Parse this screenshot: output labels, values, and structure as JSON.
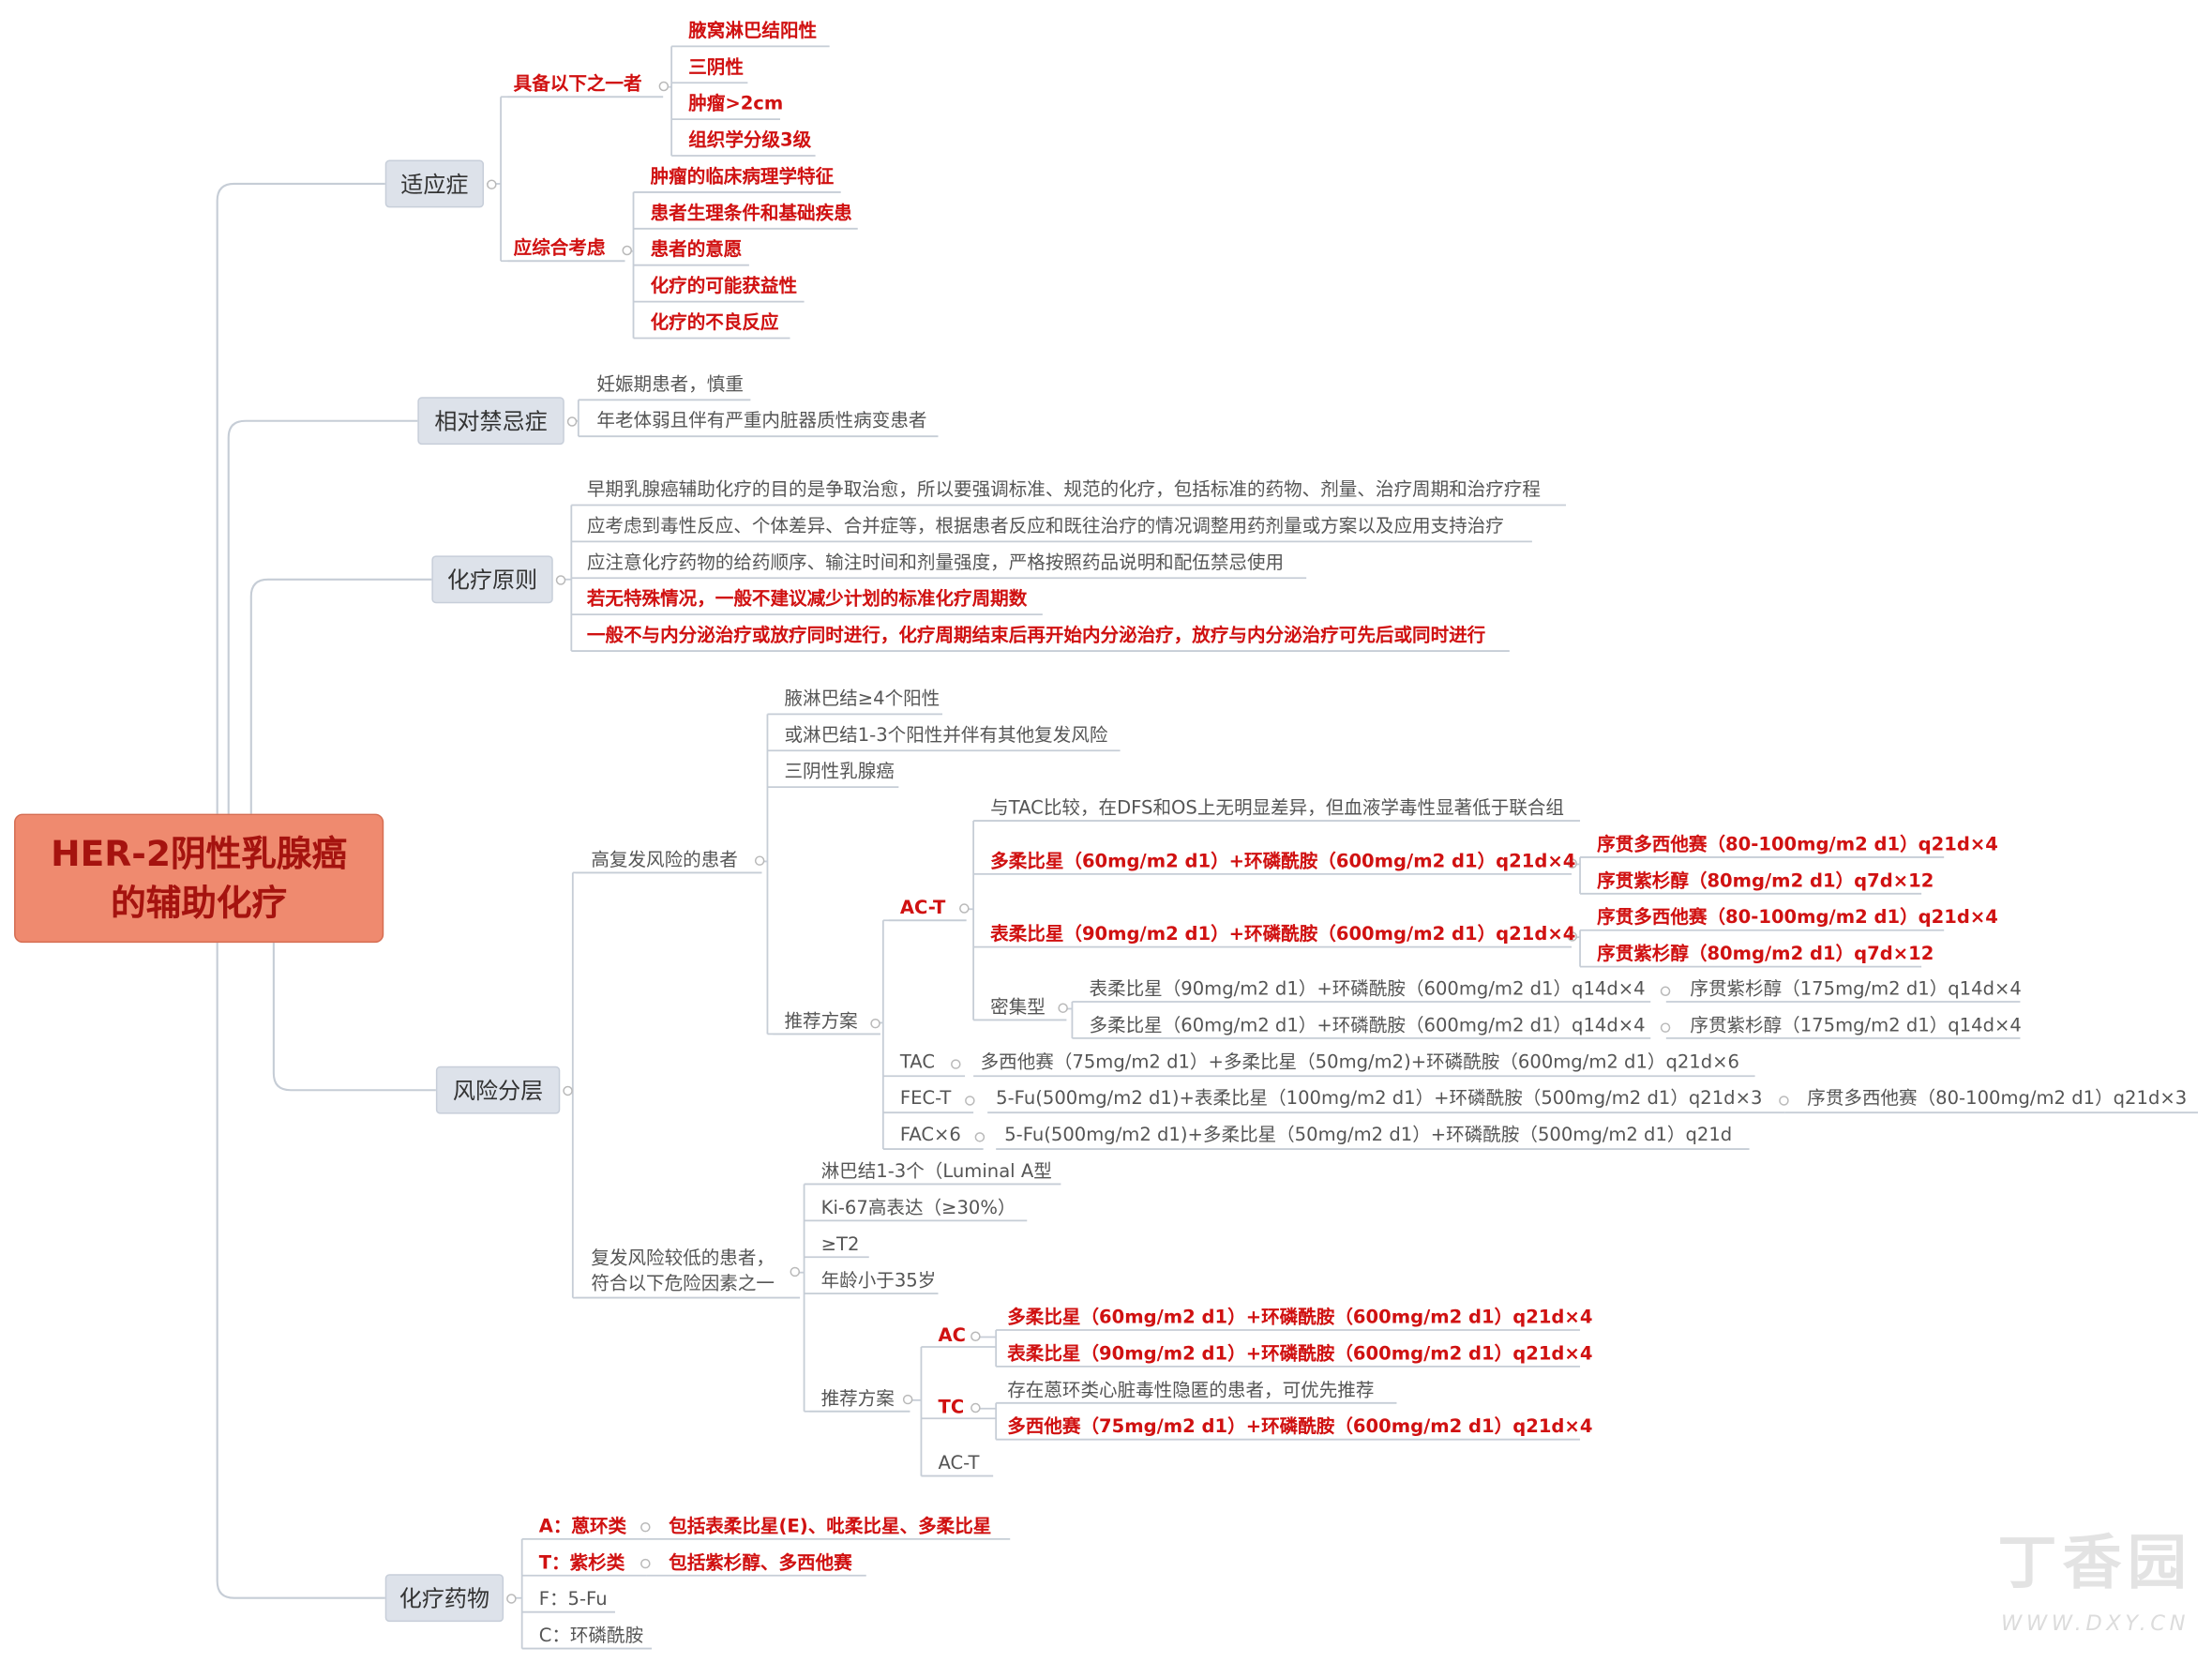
{
  "root": {
    "line1": "HER-2阴性乳腺癌",
    "line2": "的辅助化疗"
  },
  "branches": {
    "indication": {
      "title": "适应症",
      "group1": {
        "label": "具备以下之一者",
        "items": [
          "腋窝淋巴结阳性",
          "三阴性",
          "肿瘤>2cm",
          "组织学分级3级"
        ]
      },
      "group2": {
        "label": "应综合考虑",
        "items": [
          "肿瘤的临床病理学特征",
          "患者生理条件和基础疾患",
          "患者的意愿",
          "化疗的可能获益性",
          "化疗的不良反应"
        ]
      }
    },
    "contra": {
      "title": "相对禁忌症",
      "items": [
        "妊娠期患者，慎重",
        "年老体弱且伴有严重内脏器质性病变患者"
      ]
    },
    "principle": {
      "title": "化疗原则",
      "items": [
        "早期乳腺癌辅助化疗的目的是争取治愈，所以要强调标准、规范的化疗，包括标准的药物、剂量、治疗周期和治疗疗程",
        "应考虑到毒性反应、个体差异、合并症等，根据患者反应和既往治疗的情况调整用药剂量或方案以及应用支持治疗",
        "应注意化疗药物的给药顺序、输注时间和剂量强度，严格按照药品说明和配伍禁忌使用",
        "若无特殊情况，一般不建议减少计划的标准化疗周期数",
        "一般不与内分泌治疗或放疗同时进行，化疗周期结束后再开始内分泌治疗，放疗与内分泌治疗可先后或同时进行"
      ]
    },
    "risk": {
      "title": "风险分层",
      "high": {
        "label": "高复发风险的患者",
        "criteria": [
          "腋淋巴结≥4个阳性",
          "或淋巴结1-3个阳性并伴有其他复发风险",
          "三阴性乳腺癌"
        ],
        "plan_label": "推荐方案",
        "act": {
          "label": "AC-T",
          "note": "与TAC比较，在DFS和OS上无明显差异，但血液学毒性显著低于联合组",
          "opt1": "多柔比星（60mg/m2 d1）+环磷酰胺（600mg/m2 d1）q21d×4",
          "opt1_next": [
            "序贯多西他赛（80-100mg/m2 d1）q21d×4",
            "序贯紫杉醇（80mg/m2 d1）q7d×12"
          ],
          "opt2": "表柔比星（90mg/m2 d1）+环磷酰胺（600mg/m2 d1）q21d×4",
          "opt2_next": [
            "序贯多西他赛（80-100mg/m2 d1）q21d×4",
            "序贯紫杉醇（80mg/m2 d1）q7d×12"
          ],
          "dense_label": "密集型",
          "dense": [
            {
              "a": "表柔比星（90mg/m2 d1）+环磷酰胺（600mg/m2 d1）q14d×4",
              "b": "序贯紫杉醇（175mg/m2 d1）q14d×4"
            },
            {
              "a": "多柔比星（60mg/m2 d1）+环磷酰胺（600mg/m2 d1）q14d×4",
              "b": "序贯紫杉醇（175mg/m2 d1）q14d×4"
            }
          ]
        },
        "tac": {
          "label": "TAC",
          "text": "多西他赛（75mg/m2 d1）+多柔比星（50mg/m2)+环磷酰胺（600mg/m2 d1）q21d×6"
        },
        "fect": {
          "label": "FEC-T",
          "text": "5-Fu(500mg/m2 d1)+表柔比星（100mg/m2 d1）+环磷酰胺（500mg/m2 d1）q21d×3",
          "next": "序贯多西他赛（80-100mg/m2 d1）q21d×3"
        },
        "fac": {
          "label": "FAC×6",
          "text": "5-Fu(500mg/m2 d1)+多柔比星（50mg/m2 d1）+环磷酰胺（500mg/m2 d1）q21d"
        }
      },
      "low": {
        "label_line1": "复发风险较低的患者，",
        "label_line2": "符合以下危险因素之一",
        "criteria": [
          "淋巴结1-3个（Luminal A型",
          "Ki-67高表达（≥30%）",
          "≥T2",
          "年龄小于35岁"
        ],
        "plan_label": "推荐方案",
        "ac": {
          "label": "AC",
          "items": [
            "多柔比星（60mg/m2 d1）+环磷酰胺（600mg/m2 d1）q21d×4",
            "表柔比星（90mg/m2 d1）+环磷酰胺（600mg/m2 d1）q21d×4"
          ]
        },
        "tc": {
          "label": "TC",
          "note": "存在蒽环类心脏毒性隐匿的患者，可优先推荐",
          "item": "多西他赛（75mg/m2 d1）+环磷酰胺（600mg/m2 d1）q21d×4"
        },
        "act_label": "AC-T"
      }
    },
    "drugs": {
      "title": "化疗药物",
      "a": {
        "label": "A：蒽环类",
        "desc": "包括表柔比星(E)、吡柔比星、多柔比星"
      },
      "t": {
        "label": "T：紫杉类",
        "desc": "包括紫杉醇、多西他赛"
      },
      "f": "F：5-Fu",
      "c": "C：环磷酰胺"
    }
  },
  "watermark": {
    "brand": "丁香园",
    "url": "WWW.DXY.CN"
  },
  "colors": {
    "red": "#d01111",
    "line": "#c6cdd6",
    "root_fill": "#ef8a6f",
    "main_fill": "#dde2ea"
  }
}
